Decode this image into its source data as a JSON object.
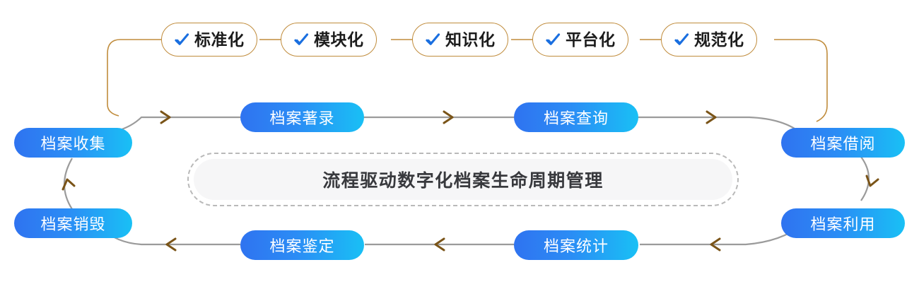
{
  "diagram": {
    "title": "流程驱动数字化档案生命周期管理",
    "colors": {
      "pill_border": "#c08c3c",
      "check_blue": "#1a6fe0",
      "flow_line": "#9b9b9b",
      "arrow_head": "#7a5418",
      "stage_gradient_start": "#2f73f0",
      "stage_gradient_end": "#19c0f5",
      "banner_dash": "#b9b9b9",
      "banner_fill": "#f6f6f7"
    },
    "features": [
      {
        "label": "标准化",
        "icon": "check-icon"
      },
      {
        "label": "模块化",
        "icon": "check-icon"
      },
      {
        "label": "知识化",
        "icon": "check-icon"
      },
      {
        "label": "平台化",
        "icon": "check-icon"
      },
      {
        "label": "规范化",
        "icon": "check-icon"
      }
    ],
    "stages": [
      {
        "label": "档案收集"
      },
      {
        "label": "档案著录"
      },
      {
        "label": "档案查询"
      },
      {
        "label": "档案借阅"
      },
      {
        "label": "档案利用"
      },
      {
        "label": "档案统计"
      },
      {
        "label": "档案鉴定"
      },
      {
        "label": "档案销毁"
      }
    ]
  }
}
